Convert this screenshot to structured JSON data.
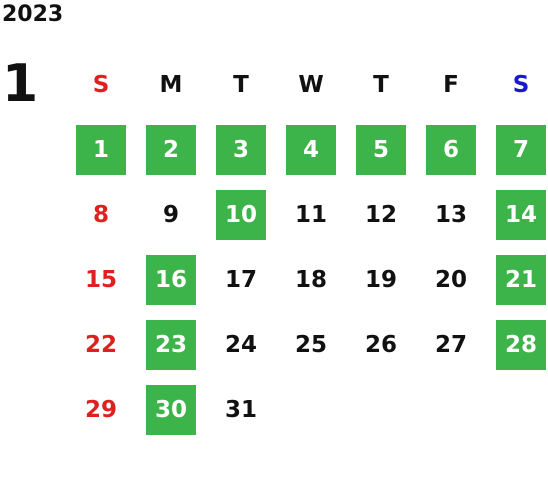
{
  "year": "2023",
  "month": "1",
  "weekday_headers": [
    "S",
    "M",
    "T",
    "W",
    "T",
    "F",
    "S"
  ],
  "colors": {
    "highlight": "#3cb44a",
    "sunday": "#e02020",
    "saturday": "#1818d0",
    "text": "#111111"
  },
  "weeks": [
    [
      {
        "day": "1",
        "hl": true
      },
      {
        "day": "2",
        "hl": true
      },
      {
        "day": "3",
        "hl": true
      },
      {
        "day": "4",
        "hl": true
      },
      {
        "day": "5",
        "hl": true
      },
      {
        "day": "6",
        "hl": true
      },
      {
        "day": "7",
        "hl": true
      }
    ],
    [
      {
        "day": "8",
        "hl": false
      },
      {
        "day": "9",
        "hl": false
      },
      {
        "day": "10",
        "hl": true
      },
      {
        "day": "11",
        "hl": false
      },
      {
        "day": "12",
        "hl": false
      },
      {
        "day": "13",
        "hl": false
      },
      {
        "day": "14",
        "hl": true
      }
    ],
    [
      {
        "day": "15",
        "hl": false
      },
      {
        "day": "16",
        "hl": true
      },
      {
        "day": "17",
        "hl": false
      },
      {
        "day": "18",
        "hl": false
      },
      {
        "day": "19",
        "hl": false
      },
      {
        "day": "20",
        "hl": false
      },
      {
        "day": "21",
        "hl": true
      }
    ],
    [
      {
        "day": "22",
        "hl": false
      },
      {
        "day": "23",
        "hl": true
      },
      {
        "day": "24",
        "hl": false
      },
      {
        "day": "25",
        "hl": false
      },
      {
        "day": "26",
        "hl": false
      },
      {
        "day": "27",
        "hl": false
      },
      {
        "day": "28",
        "hl": true
      }
    ],
    [
      {
        "day": "29",
        "hl": false
      },
      {
        "day": "30",
        "hl": true
      },
      {
        "day": "31",
        "hl": false
      },
      {
        "day": "",
        "hl": false
      },
      {
        "day": "",
        "hl": false
      },
      {
        "day": "",
        "hl": false
      },
      {
        "day": "",
        "hl": false
      }
    ]
  ]
}
